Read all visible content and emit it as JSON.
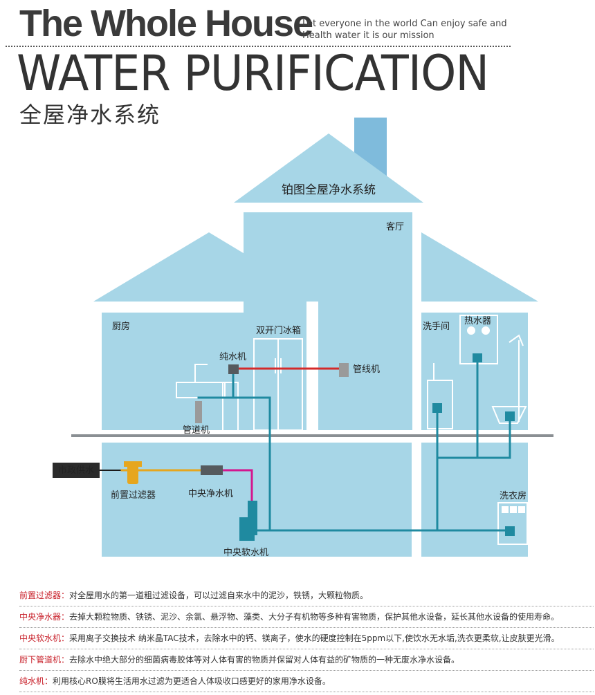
{
  "header": {
    "title_main": "The Whole House",
    "mission_line1": "Let everyone in the world Can enjoy safe and",
    "mission_line2": "Health water it is our mission",
    "title_sub": "WATER  PURIFICATION",
    "title_cn": "全屋净水系统"
  },
  "diagram": {
    "roof_title": "铂图全屋净水系统",
    "rooms": {
      "living_room": "客厅",
      "kitchen": "厨房",
      "bathroom": "洗手间",
      "laundry": "洗衣房"
    },
    "devices": {
      "fridge": "双开门冰箱",
      "ro_machine": "纯水机",
      "pipeline_machine": "管线机",
      "pipe_machine": "管道机",
      "water_heater": "热水器",
      "municipal_supply": "市政供水",
      "pre_filter": "前置过滤器",
      "central_purifier": "中央净水机",
      "central_softener": "中央软水机"
    },
    "colors": {
      "house_fill": "#a7d6e7",
      "roof_fill": "#a7d6e7",
      "chimney": "#7fbbdc",
      "pipe_main": "#1f8aa0",
      "pipe_raw": "#e6a61e",
      "pipe_purified": "#d3178e",
      "pipe_pure": "#d42a2a",
      "floor_line": "#8a8f93",
      "municipal_box": "#2b2b2b"
    }
  },
  "legend": [
    {
      "term": "前置过滤器",
      "desc": "对全屋用水的第一道粗过滤设备，可以过滤自来水中的泥沙，铁锈，大颗粒物质。"
    },
    {
      "term": "中央净水器",
      "desc": "去掉大颗粒物质、铁锈、泥沙、余氯、悬浮物、藻类、大分子有机物等多种有害物质，保护其他水设备，延长其他水设备的使用寿命。"
    },
    {
      "term": "中央软水机",
      "desc": "采用离子交换技术 纳米晶TAC技术，去除水中的钙、镁离子，使水的硬度控制在5ppm以下,使饮水无水垢,洗衣更柔软,让皮肤更光滑。"
    },
    {
      "term": "厨下管道机",
      "desc": "去除水中绝大部分的细菌病毒胶体等对人体有害的物质并保留对人体有益的矿物质的一种无废水净水设备。"
    },
    {
      "term": "纯水机",
      "desc": "利用核心RO膜将生活用水过滤为更适合人体吸收口感更好的家用净水设备。"
    }
  ]
}
